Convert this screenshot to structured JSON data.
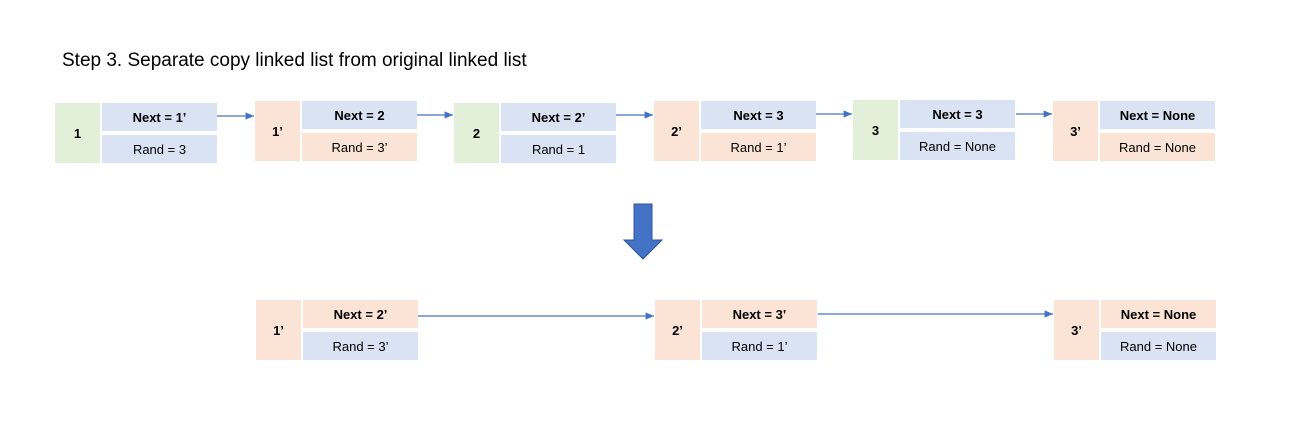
{
  "title": "Step 3. Separate copy linked list from original linked list",
  "colors": {
    "original_id": "#e2efd9",
    "copy_id": "#fbe4d5",
    "blue_field": "#dae3f3",
    "arrow": "#4472c4",
    "big_arrow": "#4472c4"
  },
  "top_row": [
    {
      "id": "1",
      "next": "Next = 1’",
      "rand": "Rand = 3"
    },
    {
      "id": "1’",
      "next": "Next = 2",
      "rand": "Rand = 3’"
    },
    {
      "id": "2",
      "next": "Next = 2’",
      "rand": "Rand = 1"
    },
    {
      "id": "2’",
      "next": "Next = 3",
      "rand": "Rand = 1’"
    },
    {
      "id": "3",
      "next": "Next = 3",
      "rand": "Rand = None"
    },
    {
      "id": "3’",
      "next": "Next = None",
      "rand": "Rand = None"
    }
  ],
  "bottom_row": [
    {
      "id": "1’",
      "next": "Next = 2’",
      "rand": "Rand = 3’"
    },
    {
      "id": "2’",
      "next": "Next = 3’",
      "rand": "Rand = 1’"
    },
    {
      "id": "3’",
      "next": "Next = None",
      "rand": "Rand = None"
    }
  ],
  "transform_arrow_icon": "down-arrow-icon"
}
